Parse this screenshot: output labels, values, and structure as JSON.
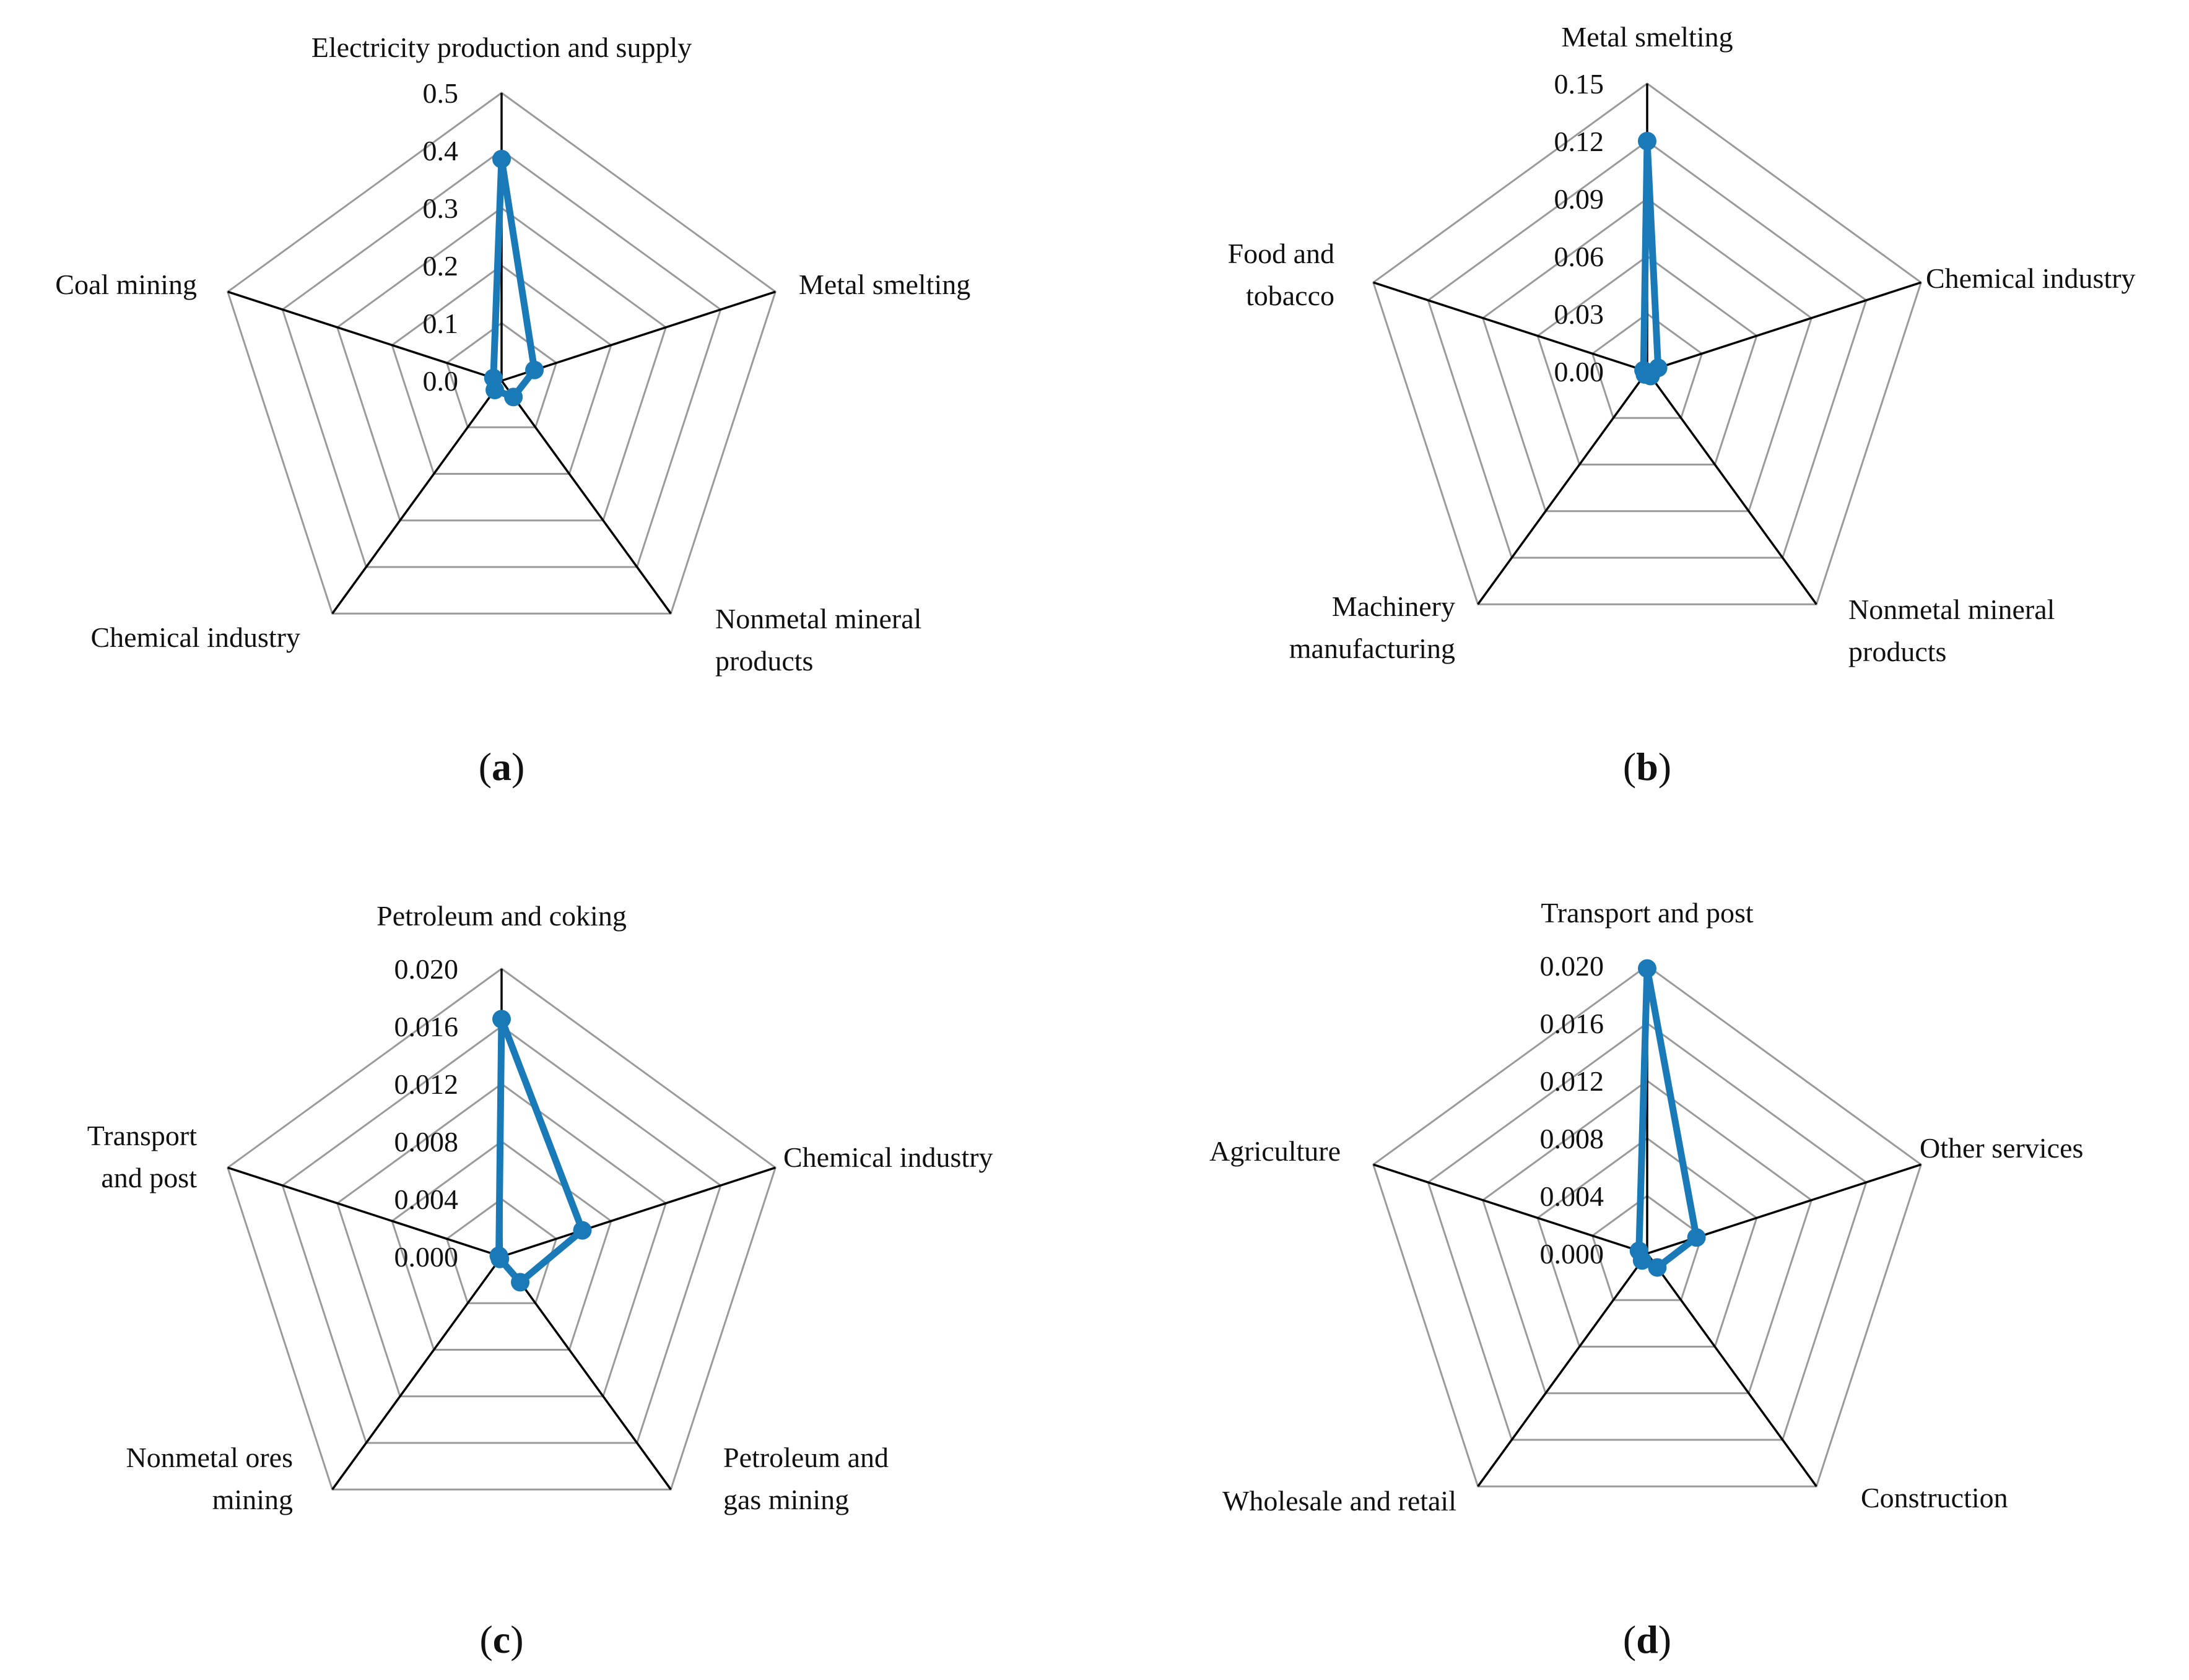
{
  "style": {
    "series_color": "#1a7ab8",
    "spoke_color": "#000000",
    "grid_color": "#9a9a9a"
  },
  "chart_data": [
    {
      "type": "radar",
      "panel_label": "a",
      "categories": [
        "Electricity production and supply",
        "Metal smelting",
        "Nonmetal mineral products",
        "Chemical industry",
        "Coal mining"
      ],
      "category_lines": [
        [
          "Electricity production and supply"
        ],
        [
          "Metal smelting"
        ],
        [
          "Nonmetal mineral",
          "products"
        ],
        [
          "Chemical industry"
        ],
        [
          "Coal mining"
        ]
      ],
      "ticks": [
        "0.0",
        "0.1",
        "0.2",
        "0.3",
        "0.4",
        "0.5"
      ],
      "range": [
        0,
        0.5
      ],
      "values": [
        0.385,
        0.06,
        0.035,
        0.02,
        0.015
      ]
    },
    {
      "type": "radar",
      "panel_label": "b",
      "categories": [
        "Metal smelting",
        "Chemical industry",
        "Nonmetal mineral products",
        "Machinery manufacturing",
        "Food and tobacco"
      ],
      "category_lines": [
        [
          "Metal smelting"
        ],
        [
          "Chemical industry"
        ],
        [
          "Nonmetal mineral",
          "products"
        ],
        [
          "Machinery",
          "manufacturing"
        ],
        [
          "Food and",
          "tobacco"
        ]
      ],
      "ticks": [
        "0.00",
        "0.03",
        "0.06",
        "0.09",
        "0.12",
        "0.15"
      ],
      "range": [
        0,
        0.15
      ],
      "values": [
        0.12,
        0.006,
        0.003,
        0.002,
        0.002
      ]
    },
    {
      "type": "radar",
      "panel_label": "c",
      "categories": [
        "Petroleum and coking",
        "Chemical industry",
        "Petroleum and gas mining",
        "Nonmetal ores mining",
        "Transport and post"
      ],
      "category_lines": [
        [
          "Petroleum and coking"
        ],
        [
          "Chemical industry"
        ],
        [
          "Petroleum and",
          "gas mining"
        ],
        [
          "Nonmetal ores",
          "mining"
        ],
        [
          "Transport",
          "and post"
        ]
      ],
      "ticks": [
        "0.000",
        "0.004",
        "0.008",
        "0.012",
        "0.016",
        "0.020"
      ],
      "range": [
        0,
        0.02
      ],
      "values": [
        0.0165,
        0.0059,
        0.0022,
        0.0002,
        0.0002
      ]
    },
    {
      "type": "radar",
      "panel_label": "d",
      "categories": [
        "Transport and post",
        "Other services",
        "Construction",
        "Wholesale and retail",
        "Agriculture"
      ],
      "category_lines": [
        [
          "Transport and post"
        ],
        [
          "Other services"
        ],
        [
          "Construction"
        ],
        [
          "Wholesale and retail"
        ],
        [
          "Agriculture"
        ]
      ],
      "ticks": [
        "0.000",
        "0.004",
        "0.008",
        "0.012",
        "0.016",
        "0.020"
      ],
      "range": [
        0,
        0.02
      ],
      "values": [
        0.0198,
        0.0036,
        0.0012,
        0.0006,
        0.0006
      ]
    }
  ]
}
